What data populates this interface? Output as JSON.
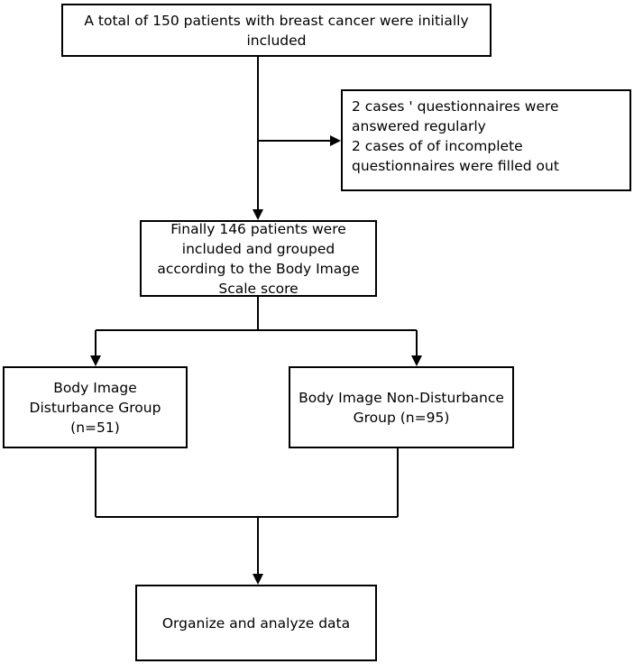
{
  "flowchart": {
    "initial_box": {
      "lines": [
        "A total of 150 patients with breast cancer were initially",
        "included"
      ]
    },
    "exclusion_box": {
      "lines": [
        "2 cases ' questionnaires were",
        "answered regularly",
        "2 cases of of incomplete",
        "questionnaires were filled out"
      ]
    },
    "included_box": {
      "lines": [
        "Finally 146 patients were",
        "included and grouped",
        "according to the Body Image",
        "Scale score"
      ]
    },
    "disturbance_box": {
      "lines": [
        "Body Image",
        "Disturbance Group",
        "(n=51)"
      ]
    },
    "non_disturbance_box": {
      "lines": [
        "Body Image Non-Disturbance",
        "Group (n=95)"
      ]
    },
    "final_box": {
      "lines": [
        "Organize and analyze data"
      ]
    }
  }
}
